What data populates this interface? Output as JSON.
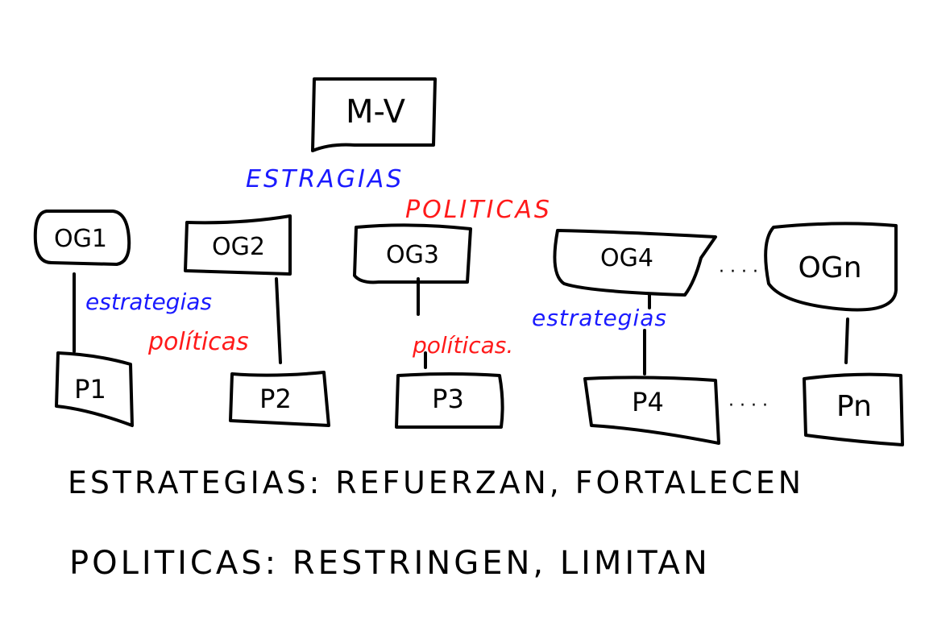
{
  "colors": {
    "ink": "#000000",
    "strategies": "#1a1aff",
    "policies": "#ff1a1a"
  },
  "nodes": {
    "mv": "M-V",
    "og1": "OG1",
    "og2": "OG2",
    "og3": "OG3",
    "og4": "OG4",
    "ogn": "OGn",
    "p1": "P1",
    "p2": "P2",
    "p3": "P3",
    "p4": "P4",
    "pn": "Pn"
  },
  "ellipsis": {
    "og": "· · · ·",
    "p": "· · · ·"
  },
  "edge_labels": {
    "top_strategies": "ESTRAGIAS",
    "top_policies": "POLITICAS",
    "og1_strategies": "estrategias",
    "og2_policies": "políticas",
    "og3_policies": "políticas.",
    "og4_strategies": "estrategias"
  },
  "definitions": {
    "strategies": "ESTRATEGIAS: REFUERZAN, FORTALECEN",
    "policies": "POLITICAS: RESTRINGEN, LIMITAN"
  }
}
